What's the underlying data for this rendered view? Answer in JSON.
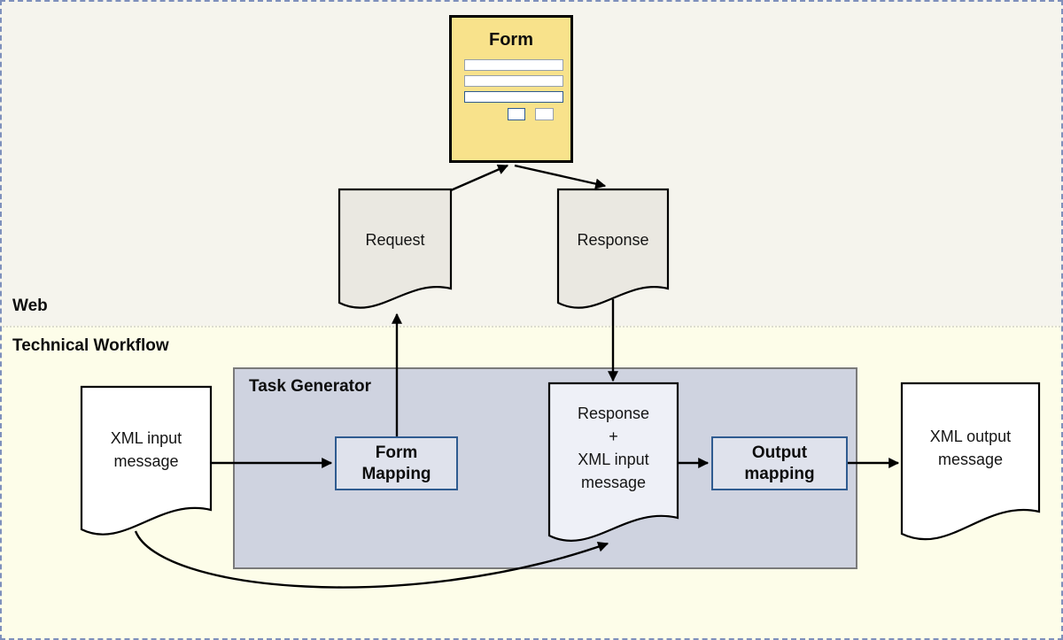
{
  "colors": {
    "page_bg_web": "#F5F4ED",
    "page_bg_tech": "#FDFDE9",
    "outer_border": "#7E90BC",
    "form_fill": "#F8E28B",
    "doc_gray_fill": "#EAE8E1",
    "doc_white_fill": "#FFFFFF",
    "doc_blue_fill": "#EEF0F7",
    "task_generator_fill": "#CFD3E0",
    "task_generator_border": "#7A7A7A",
    "mapping_fill": "#DFE2EC",
    "mapping_border": "#2F5B90"
  },
  "sections": {
    "web": {
      "label": "Web"
    },
    "technical": {
      "label": "Technical Workflow"
    }
  },
  "form": {
    "title": "Form"
  },
  "documents": {
    "request": {
      "label": "Request"
    },
    "response": {
      "label": "Response"
    },
    "xml_input": {
      "lines": [
        "XML input",
        "message"
      ]
    },
    "response_plus_input": {
      "lines": [
        "Response",
        "+",
        "XML input",
        "message"
      ]
    },
    "xml_output": {
      "lines": [
        "XML output",
        "message"
      ]
    }
  },
  "task_generator": {
    "label": "Task Generator",
    "form_mapping": {
      "lines": [
        "Form",
        "Mapping"
      ]
    },
    "output_mapping": {
      "lines": [
        "Output",
        "mapping"
      ]
    }
  }
}
